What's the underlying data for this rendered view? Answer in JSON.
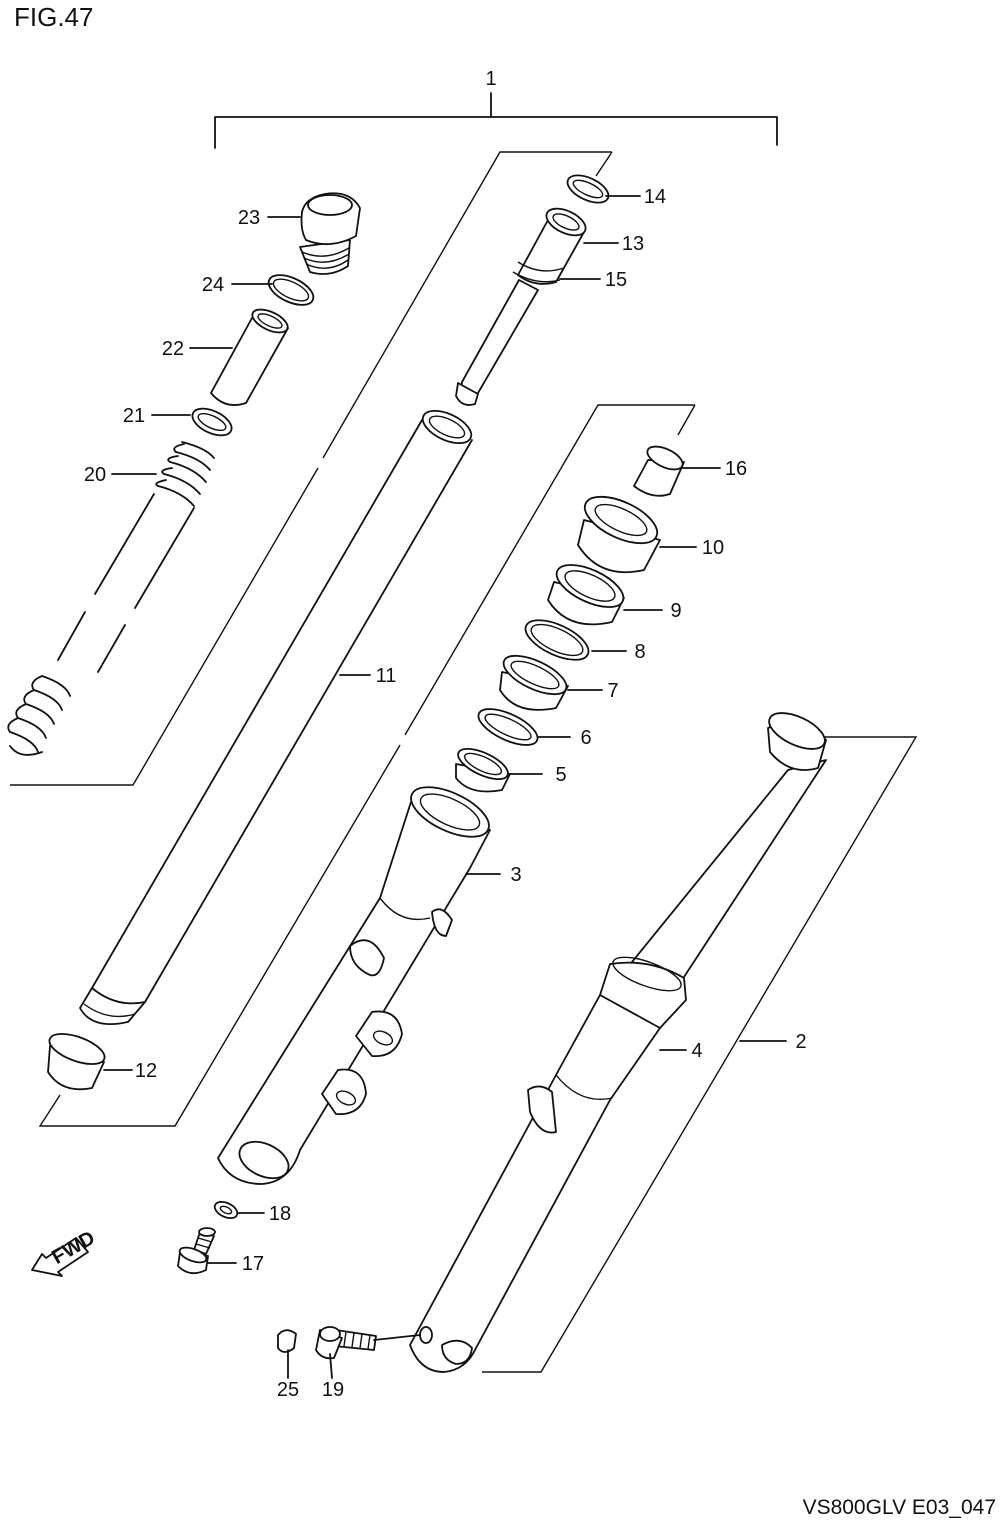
{
  "figure": {
    "title": "FIG.47",
    "code": "VS800GLV E03_047"
  },
  "fwd_label": "FWD",
  "callouts": [
    {
      "id": "1",
      "text": "1"
    },
    {
      "id": "2",
      "text": "2"
    },
    {
      "id": "3",
      "text": "3"
    },
    {
      "id": "4",
      "text": "4"
    },
    {
      "id": "5",
      "text": "5"
    },
    {
      "id": "6",
      "text": "6"
    },
    {
      "id": "7",
      "text": "7"
    },
    {
      "id": "8",
      "text": "8"
    },
    {
      "id": "9",
      "text": "9"
    },
    {
      "id": "10",
      "text": "10"
    },
    {
      "id": "11",
      "text": "11"
    },
    {
      "id": "12",
      "text": "12"
    },
    {
      "id": "13",
      "text": "13"
    },
    {
      "id": "14",
      "text": "14"
    },
    {
      "id": "15",
      "text": "15"
    },
    {
      "id": "16",
      "text": "16"
    },
    {
      "id": "17",
      "text": "17"
    },
    {
      "id": "18",
      "text": "18"
    },
    {
      "id": "19",
      "text": "19"
    },
    {
      "id": "20",
      "text": "20"
    },
    {
      "id": "21",
      "text": "21"
    },
    {
      "id": "22",
      "text": "22"
    },
    {
      "id": "23",
      "text": "23"
    },
    {
      "id": "24",
      "text": "24"
    },
    {
      "id": "25",
      "text": "25"
    }
  ]
}
